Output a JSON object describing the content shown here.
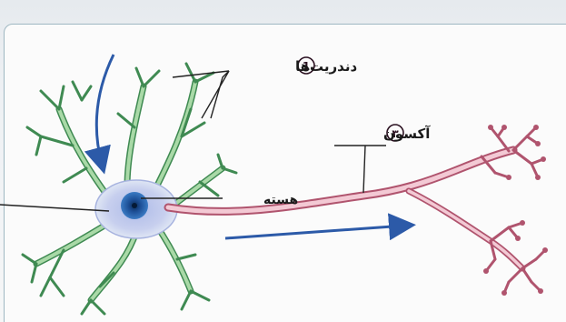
{
  "labels": {
    "dendrites": {
      "number": "1",
      "text": "دندریت‌ها"
    },
    "axon": {
      "number": "۳",
      "text": "آکسون"
    },
    "nucleus": {
      "text": "هسته"
    }
  },
  "colors": {
    "dendrite": "#3f8a52",
    "dendrite_fill": "#a9d9a7",
    "cell_body": "#c7cfee",
    "nucleus": "#2f6bb5",
    "axon": "#b0546e",
    "axon_fill": "#f3c9d4",
    "arrow": "#2c5aa8",
    "leader": "#222222"
  }
}
